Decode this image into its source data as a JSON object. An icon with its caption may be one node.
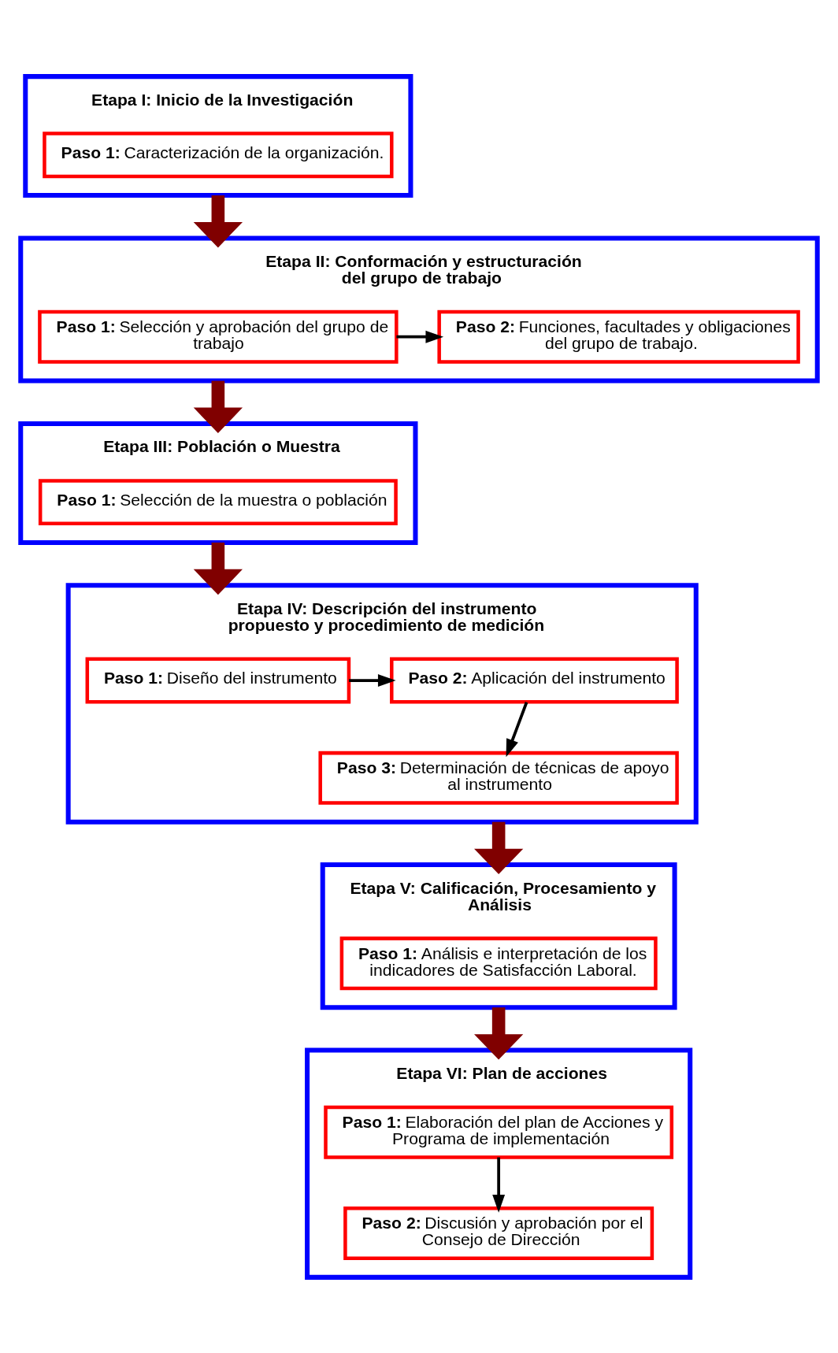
{
  "diagram": {
    "nodes": [
      {
        "text": [
          "Etapa I: Inicio de la Investigación"
        ]
      },
      {
        "text": [
          "**Paso 1:** Caracterización de la organización."
        ],
        "in": 0
      },
      {
        "text": [
          "Etapa II: Conformación y estructuración del grupo de trabajo"
        ]
      },
      {
        "text": [
          "**Paso 1:** Selección y aprobación del grupo de trabajo"
        ],
        "in": 2
      },
      {
        "text": [
          "**Paso 2:** Funciones, facultades y obligaciones del grupo de trabajo."
        ],
        "in": 2
      },
      {
        "text": [
          "Etapa III: Población o Muestra"
        ]
      },
      {
        "text": [
          "**Paso 1:** Selección de la muestra o población"
        ],
        "in": 5
      },
      {
        "text": [
          "Etapa IV: Descripción del instrumento propuesto y procedimiento de medición"
        ]
      },
      {
        "text": [
          "**Paso 1:** Diseño del instrumento"
        ],
        "in": 7
      },
      {
        "text": [
          "**Paso 2:** Aplicación del instrumento"
        ],
        "in": 7
      },
      {
        "text": [
          "**Paso 3:** Determinación de técnicas de apoyo al instrumento"
        ],
        "in": 7
      },
      {
        "text": [
          "Etapa V: Calificación, Procesamiento y Análisis"
        ]
      },
      {
        "text": [
          "**Paso 1:** Análisis e interpretación de los indicadores de Satisfacción Laboral."
        ],
        "in": 11
      },
      {
        "text": [
          "Etapa VI: Plan de acciones"
        ]
      },
      {
        "text": [
          "**Paso 1:** Elaboración del plan de Acciones y Programa de implementación"
        ],
        "in": 13
      },
      {
        "text": [
          "**Paso 2:** Discusión y aprobación por el Consejo de Dirección"
        ],
        "in": 13
      }
    ],
    "edges": [
      {
        "from": 0,
        "to": 2,
        "arrow": "to"
      },
      {
        "from": 3,
        "to": 4,
        "arrow": "to",
        "color": "#000000"
      },
      {
        "from": 2,
        "to": 5,
        "arrow": "to"
      },
      {
        "from": 5,
        "to": 7,
        "arrow": "to"
      },
      {
        "from": 8,
        "to": 9,
        "arrow": "to",
        "color": "#000000"
      },
      {
        "from": 9,
        "to": 10,
        "arrow": "to",
        "color": "#000000"
      },
      {
        "from": 7,
        "to": 11,
        "arrow": "to"
      },
      {
        "from": 11,
        "to": 13,
        "arrow": "to"
      },
      {
        "from": 14,
        "to": 15,
        "arrow": "to",
        "color": "#000000"
      }
    ]
  }
}
